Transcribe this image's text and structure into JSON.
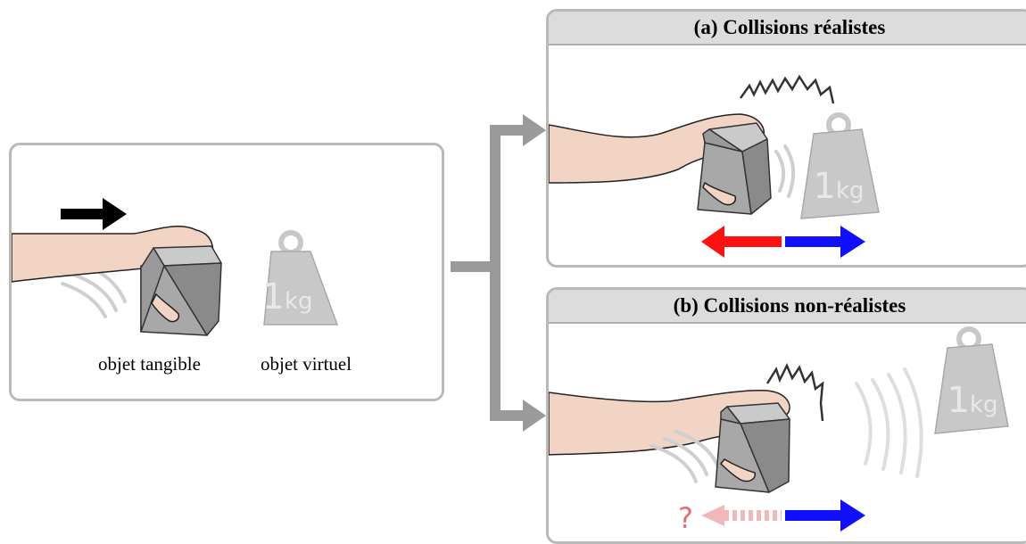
{
  "panel_a": {
    "title": "(a) Collisions réalistes"
  },
  "panel_b": {
    "title": "(b) Collisions non-réalistes"
  },
  "left_panel": {
    "label_tangible": "objet tangible",
    "label_virtual": "objet virtuel"
  },
  "weight_label": "1kg",
  "question_mark": "?",
  "colors": {
    "panel_border": "#b9b9b9",
    "header_bg": "#dcdcdc",
    "connector": "#9a9a9a",
    "skin": "#f2d4c4",
    "cube_front": "#a8a8a8",
    "cube_side": "#8a8a8a",
    "cube_top": "#c8c8c8",
    "weight": "#c8c8c8",
    "arrow_red": "#ff1010",
    "arrow_blue": "#1010ff",
    "arrow_faded": "#f0b8b8"
  }
}
